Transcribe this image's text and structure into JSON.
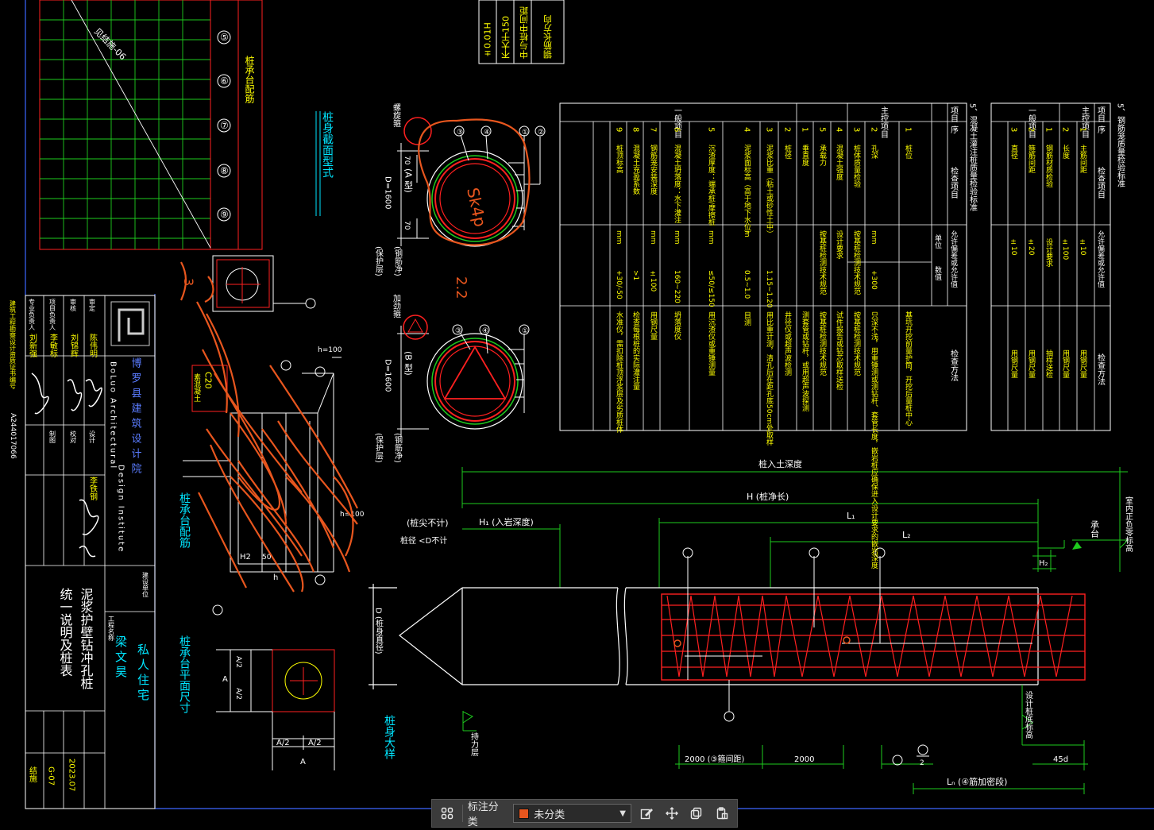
{
  "colors": {
    "bg": "#000000",
    "white": "#ffffff",
    "yellow": "#ffff00",
    "green": "#00ff00",
    "red": "#ff2020",
    "cyan": "#00e5ff",
    "blue": "#5a7cff",
    "orange": "#e8561e"
  },
  "title_block": {
    "firm_cn": "博罗县建筑设计院",
    "firm_en_1": "BoLuo Architectural",
    "firm_en_2": "Design Institute",
    "project_label": "建设单位",
    "project_name": "梁文昊",
    "project_sub": "私人住宅",
    "work_label": "工程名称",
    "drawing_title_1": "泥浆护壁钻冲孔桩",
    "drawing_title_2": "统一说明及桩表",
    "date": "2023.07",
    "sheet_no": "G-07",
    "discipline": "结施",
    "license": "A244017066",
    "side_note": "建筑工程勘察设计资质证书编号",
    "roles": [
      "审定",
      "审核",
      "项目负责人",
      "专业负责人",
      "设计",
      "校对",
      "制图"
    ],
    "people": [
      "陈伟明",
      "刘锦辉",
      "李敏标",
      "刘新强",
      "李铁钢"
    ]
  },
  "pile_sections": {
    "a_type": "(A 型)",
    "b_type": "(B 型)",
    "dia_label": "D=1600",
    "cover_label": "(保护层)",
    "steel_label": "(钢筋净)",
    "spiral_label": "螺旋箍",
    "ring_label": "加劲箍",
    "section_title": "桩身截面型式",
    "dim70": "70"
  },
  "pile_cap": {
    "elev_title": "桩承台配筋",
    "plan_title": "桩承台平面尺寸",
    "c20": "C20",
    "c20_note": "素混凝土",
    "h100": "h=100",
    "dim_h": "h",
    "dim_h2": "H2",
    "dim50": "50",
    "a": "A",
    "a2": "A/2"
  },
  "pile_elevation": {
    "embed_depth": "桩入土深度",
    "net_len": "H (桩净长)",
    "rock_depth": "H₁ (入岩深度)",
    "tip_note": "(桩尖不计)",
    "tip_note2": "桩径 <D不计",
    "l1": "L₁",
    "l2": "L₂",
    "h2": "H₂",
    "dia": "D (桩身直径)",
    "cap": "承台",
    "ground": "室内正负零标高",
    "bottom_label": "设计桩底标高",
    "base_label": "持力层",
    "title": "桩身大样",
    "dim_2000a": "2000 (③箍间距)",
    "dim_2000b": "2000",
    "dim_45d": "45d",
    "ln": "Lₙ (④筋加密段)",
    "bubbles": [
      "①",
      "②",
      "③",
      "④",
      "⑤",
      "⑥",
      "⑦",
      "⑧",
      "⑨"
    ],
    "frac": "2"
  },
  "quality_table": {
    "section_title": "5、混凝土灌注桩质量检验标准",
    "headers": [
      "项目",
      "序",
      "检查项目",
      "允许偏差或允许值",
      "单位",
      "数值",
      "检查方法"
    ],
    "groups": [
      "主控项目",
      "一般项目"
    ],
    "rows": [
      [
        "1",
        "桩位",
        "",
        "",
        "基坑开挖前量护筒，开挖后量桩中心"
      ],
      [
        "2",
        "孔深",
        "mm",
        "+300",
        "只深不浅，用重锤测或测钻杆、套管长度，嵌岩桩应确保进入设计要求的嵌岩深度"
      ],
      [
        "3",
        "桩体质量检验",
        "按基桩检测技术规范",
        "",
        "按基桩检测技术规范"
      ],
      [
        "4",
        "混凝土强度",
        "设计要求",
        "",
        "试件报告或钻芯取样送检"
      ],
      [
        "5",
        "承载力",
        "按基桩检测技术规范",
        "",
        "按基桩检测技术规范"
      ],
      [
        "1",
        "垂直度",
        "",
        "",
        "测套管或钻杆，或用超声波探测"
      ],
      [
        "2",
        "桩径",
        "",
        "",
        "井径仪或超声波检测"
      ],
      [
        "3",
        "泥浆比重（粘土或砂性土中）",
        "",
        "1.15~1.20",
        "用比重计测，清孔后在距孔底50cm处取样"
      ],
      [
        "4",
        "泥浆面标高（高于地下水位）",
        "m",
        "0.5~1.0",
        "目测"
      ],
      [
        "5",
        "沉渣厚度：端承桩/摩擦桩",
        "mm",
        "≤50/≤150",
        "用沉渣仪或重锤测量"
      ],
      [
        "6",
        "混凝土坍落度：水下灌注",
        "mm",
        "160~220",
        "坍落度仪"
      ],
      [
        "7",
        "钢筋笼安装深度",
        "mm",
        "±100",
        "用钢尺量"
      ],
      [
        "8",
        "混凝土充盈系数",
        "",
        ">1",
        "检查每根桩的实际灌注量"
      ],
      [
        "9",
        "桩顶标高",
        "mm",
        "+30/-50",
        "水准仪，需扣除桩顶浮浆层及劣质桩体"
      ]
    ]
  },
  "cage_table": {
    "section_title": "5、钢筋笼质量检验标准",
    "headers": [
      "项目",
      "序",
      "检查项目",
      "允许偏差或允许值",
      "检查方法"
    ],
    "groups": [
      "主控项目",
      "一般项目"
    ],
    "rows": [
      [
        "1",
        "主筋间距",
        "±10",
        "用钢尺量"
      ],
      [
        "2",
        "长度",
        "±100",
        "用钢尺量"
      ],
      [
        "1",
        "钢筋材质检验",
        "设计要求",
        "抽样送检"
      ],
      [
        "2",
        "箍筋间距",
        "±20",
        "用钢尺量"
      ],
      [
        "3",
        "直径",
        "±10",
        "用钢尺量"
      ]
    ]
  },
  "top_notes": [
    "钢筋长方向",
    "中与桩中间距",
    "不大于150",
    "±0.01H"
  ],
  "top_table": {
    "title": "桩承台配筋",
    "cols": [
      "⑤",
      "⑥",
      "⑦",
      "⑧",
      "⑨"
    ],
    "diag": "见结施-06"
  },
  "markup": {
    "pen_text": "Sk4p",
    "pen_num": "2.2",
    "pen_num2": "3"
  },
  "toolbar": {
    "label": "标注分类",
    "selected": "未分类",
    "icons": [
      "grid-icon",
      "edit-icon",
      "move-icon",
      "copy-icon",
      "paste-icon"
    ]
  }
}
